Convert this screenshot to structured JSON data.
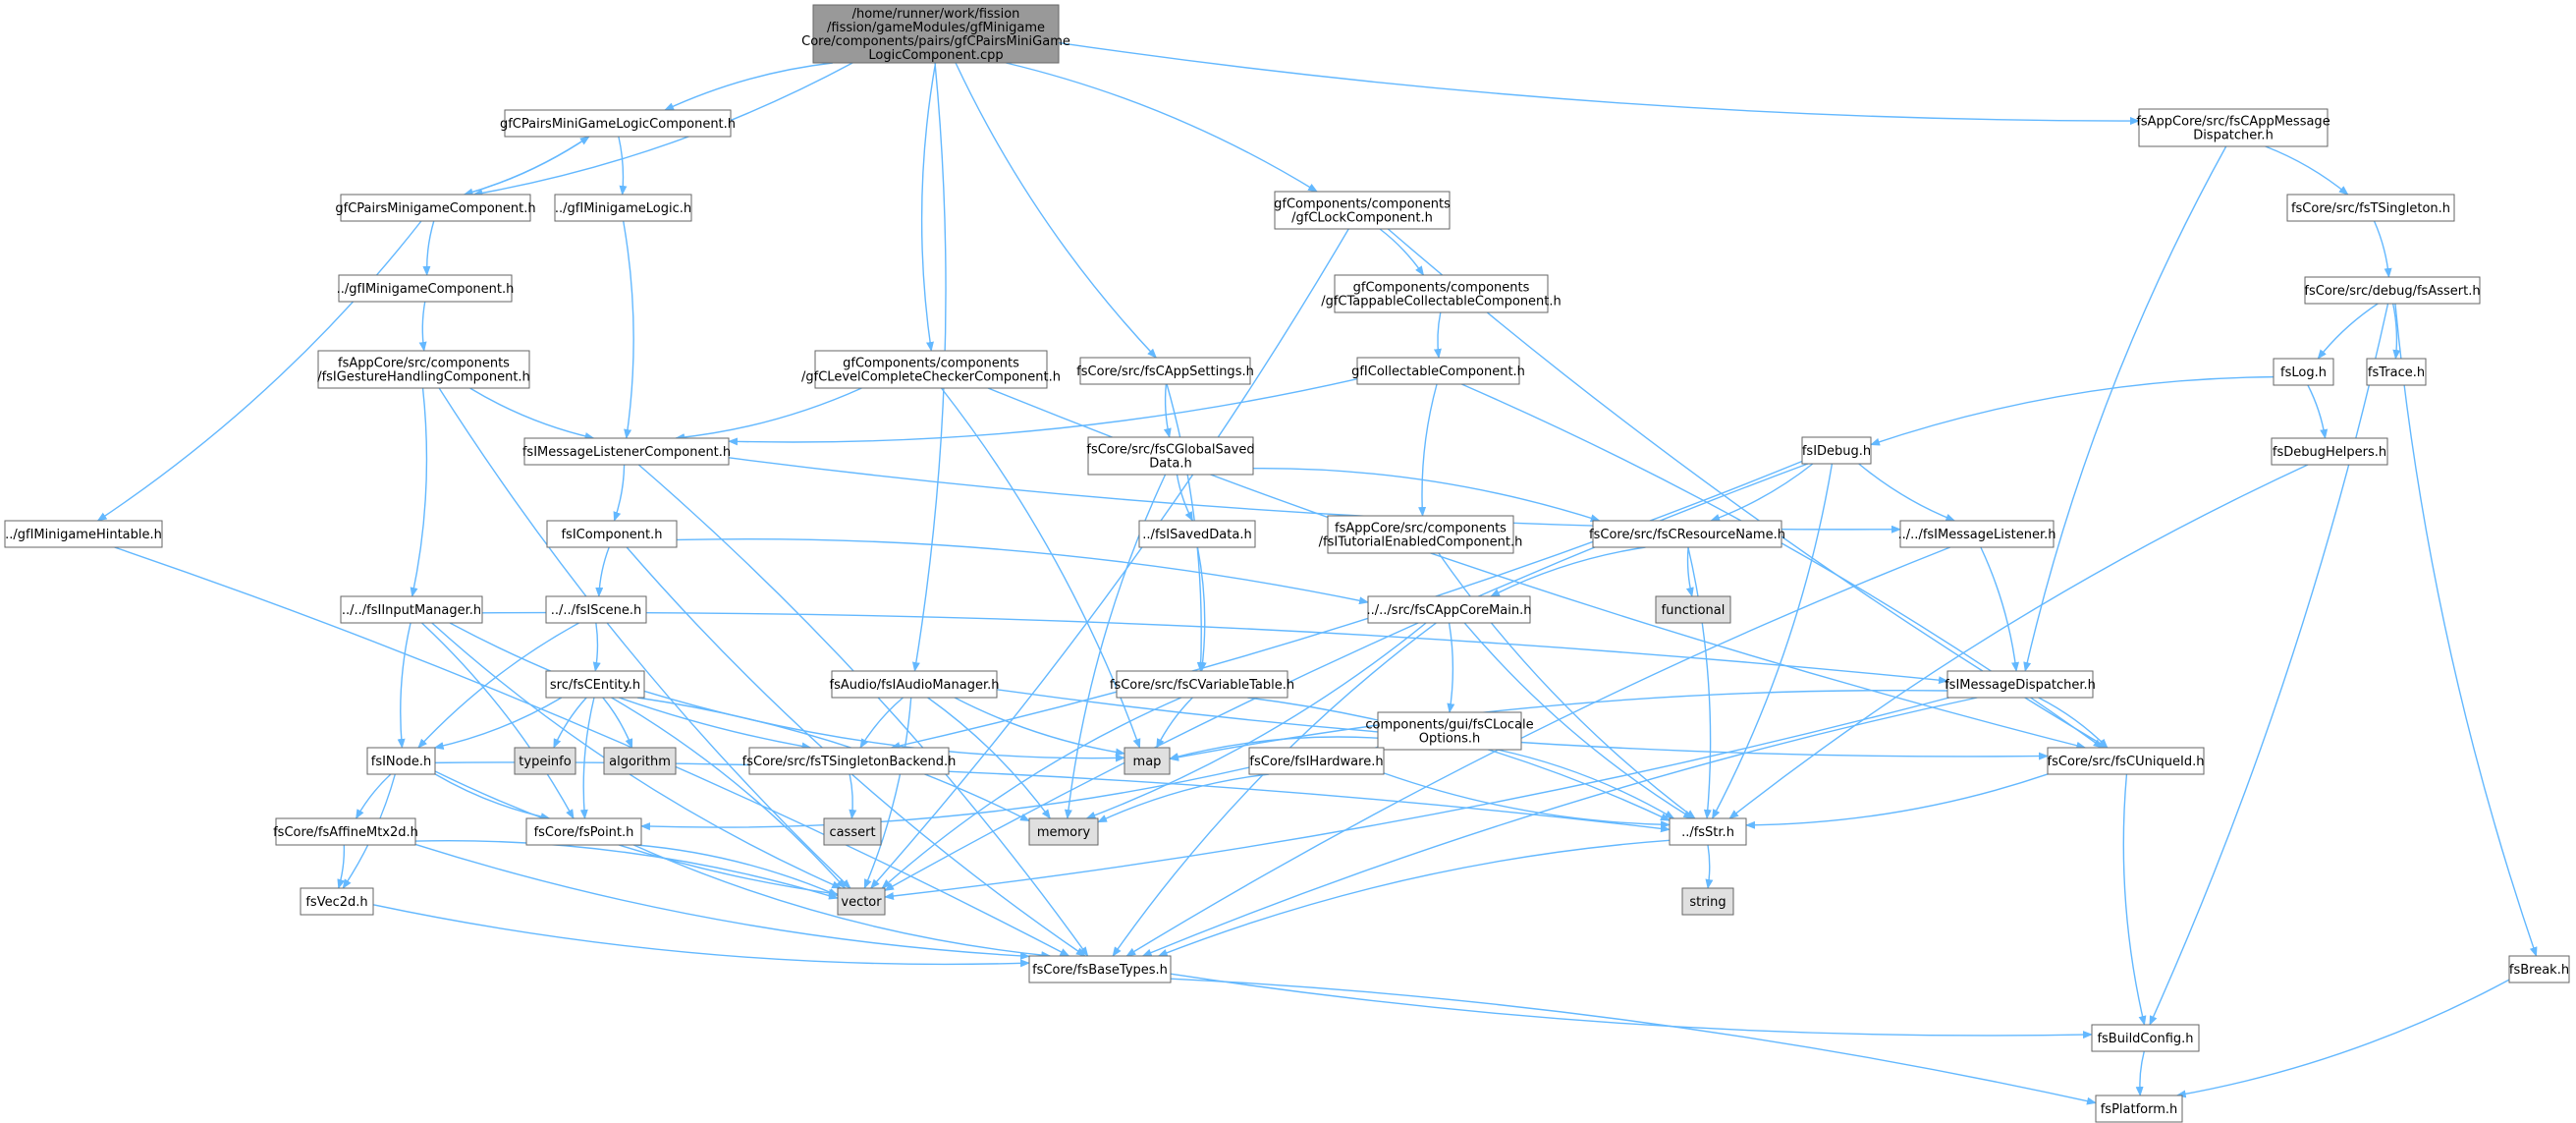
{
  "colors": {
    "edge": "#63b8ff",
    "node_fill": "#ffffff",
    "root_fill": "#999999",
    "system_fill": "#e0e0e0",
    "border": "#666666"
  },
  "nodes": [
    {
      "id": "root",
      "lines": [
        "/home/runner/work/fission",
        "/fission/gameModules/gfMinigame",
        "Core/components/pairs/gfCPairsMiniGame",
        "LogicComponent.cpp"
      ],
      "kind": "root"
    },
    {
      "id": "pmglc",
      "lines": [
        "gfCPairsMiniGameLogicComponent.h"
      ],
      "kind": "normal"
    },
    {
      "id": "pmc",
      "lines": [
        "gfCPairsMinigameComponent.h"
      ],
      "kind": "normal"
    },
    {
      "id": "iml",
      "lines": [
        "../gfIMinigameLogic.h"
      ],
      "kind": "normal"
    },
    {
      "id": "imc",
      "lines": [
        "../gfIMinigameComponent.h"
      ],
      "kind": "normal"
    },
    {
      "id": "gest",
      "lines": [
        "fsAppCore/src/components",
        "/fsIGestureHandlingComponent.h"
      ],
      "kind": "normal"
    },
    {
      "id": "mlc",
      "lines": [
        "fsIMessageListenerComponent.h"
      ],
      "kind": "normal"
    },
    {
      "id": "comp",
      "lines": [
        "fsIComponent.h"
      ],
      "kind": "normal"
    },
    {
      "id": "hint",
      "lines": [
        "../gfIMinigameHintable.h"
      ],
      "kind": "normal"
    },
    {
      "id": "input",
      "lines": [
        "../../fsIInputManager.h"
      ],
      "kind": "normal"
    },
    {
      "id": "scene",
      "lines": [
        "../../fsIScene.h"
      ],
      "kind": "normal"
    },
    {
      "id": "entity",
      "lines": [
        "src/fsCEntity.h"
      ],
      "kind": "normal"
    },
    {
      "id": "typeinfo",
      "lines": [
        "typeinfo"
      ],
      "kind": "system"
    },
    {
      "id": "algorithm",
      "lines": [
        "algorithm"
      ],
      "kind": "system"
    },
    {
      "id": "inode",
      "lines": [
        "fsINode.h"
      ],
      "kind": "normal"
    },
    {
      "id": "affine",
      "lines": [
        "fsCore/fsAffineMtx2d.h"
      ],
      "kind": "normal"
    },
    {
      "id": "point",
      "lines": [
        "fsCore/fsPoint.h"
      ],
      "kind": "normal"
    },
    {
      "id": "vec2d",
      "lines": [
        "fsVec2d.h"
      ],
      "kind": "normal"
    },
    {
      "id": "basetypes",
      "lines": [
        "fsCore/fsBaseTypes.h"
      ],
      "kind": "normal"
    },
    {
      "id": "vector",
      "lines": [
        "vector"
      ],
      "kind": "system"
    },
    {
      "id": "lcc",
      "lines": [
        "gfComponents/components",
        "/gfCLevelCompleteCheckerComponent.h"
      ],
      "kind": "normal"
    },
    {
      "id": "audio",
      "lines": [
        "fsAudio/fsIAudioManager.h"
      ],
      "kind": "normal"
    },
    {
      "id": "singback",
      "lines": [
        "fsCore/src/fsTSingletonBackend.h"
      ],
      "kind": "normal"
    },
    {
      "id": "cassert",
      "lines": [
        "cassert"
      ],
      "kind": "system"
    },
    {
      "id": "memory",
      "lines": [
        "memory"
      ],
      "kind": "system"
    },
    {
      "id": "map",
      "lines": [
        "map"
      ],
      "kind": "system"
    },
    {
      "id": "appset",
      "lines": [
        "fsCore/src/fsCAppSettings.h"
      ],
      "kind": "normal"
    },
    {
      "id": "gsd",
      "lines": [
        "fsCore/src/fsCGlobalSaved",
        "Data.h"
      ],
      "kind": "normal"
    },
    {
      "id": "isd",
      "lines": [
        "../fsISavedData.h"
      ],
      "kind": "normal"
    },
    {
      "id": "vartab",
      "lines": [
        "fsCore/src/fsCVariableTable.h"
      ],
      "kind": "normal"
    },
    {
      "id": "lock",
      "lines": [
        "gfComponents/components",
        "/gfCLockComponent.h"
      ],
      "kind": "normal"
    },
    {
      "id": "tapc",
      "lines": [
        "gfComponents/components",
        "/gfCTappableCollectableComponent.h"
      ],
      "kind": "normal"
    },
    {
      "id": "collc",
      "lines": [
        "gfICollectableComponent.h"
      ],
      "kind": "normal"
    },
    {
      "id": "tutorial",
      "lines": [
        "fsAppCore/src/components",
        "/fsITutorialEnabledComponent.h"
      ],
      "kind": "normal"
    },
    {
      "id": "appcoremain",
      "lines": [
        "../../src/fsCAppCoreMain.h"
      ],
      "kind": "normal"
    },
    {
      "id": "locale",
      "lines": [
        "components/gui/fsCLocale",
        "Options.h"
      ],
      "kind": "normal"
    },
    {
      "id": "hardware",
      "lines": [
        "fsCore/fsIHardware.h"
      ],
      "kind": "normal"
    },
    {
      "id": "fsstr",
      "lines": [
        "../fsStr.h"
      ],
      "kind": "normal"
    },
    {
      "id": "string",
      "lines": [
        "string"
      ],
      "kind": "system"
    },
    {
      "id": "idebug",
      "lines": [
        "fsIDebug.h"
      ],
      "kind": "normal"
    },
    {
      "id": "resname",
      "lines": [
        "fsCore/src/fsCResourceName.h"
      ],
      "kind": "normal"
    },
    {
      "id": "functional",
      "lines": [
        "functional"
      ],
      "kind": "system"
    },
    {
      "id": "msglistener",
      "lines": [
        "../../fsIMessageListener.h"
      ],
      "kind": "normal"
    },
    {
      "id": "msgdisp",
      "lines": [
        "fsIMessageDispatcher.h"
      ],
      "kind": "normal"
    },
    {
      "id": "uniqueid",
      "lines": [
        "fsCore/src/fsCUniqueId.h"
      ],
      "kind": "normal"
    },
    {
      "id": "appmsgdisp",
      "lines": [
        "fsAppCore/src/fsCAppMessage",
        "Dispatcher.h"
      ],
      "kind": "normal"
    },
    {
      "id": "tsingleton",
      "lines": [
        "fsCore/src/fsTSingleton.h"
      ],
      "kind": "normal"
    },
    {
      "id": "assert",
      "lines": [
        "fsCore/src/debug/fsAssert.h"
      ],
      "kind": "normal"
    },
    {
      "id": "log",
      "lines": [
        "fsLog.h"
      ],
      "kind": "normal"
    },
    {
      "id": "trace",
      "lines": [
        "fsTrace.h"
      ],
      "kind": "normal"
    },
    {
      "id": "debughelpers",
      "lines": [
        "fsDebugHelpers.h"
      ],
      "kind": "normal"
    },
    {
      "id": "brk",
      "lines": [
        "fsBreak.h"
      ],
      "kind": "normal"
    },
    {
      "id": "buildconfig",
      "lines": [
        "fsBuildConfig.h"
      ],
      "kind": "normal"
    },
    {
      "id": "platform",
      "lines": [
        "fsPlatform.h"
      ],
      "kind": "normal"
    }
  ],
  "edges": [
    [
      "root",
      "pmglc"
    ],
    [
      "root",
      "pmc"
    ],
    [
      "root",
      "lcc"
    ],
    [
      "root",
      "audio"
    ],
    [
      "root",
      "appset"
    ],
    [
      "root",
      "lock"
    ],
    [
      "root",
      "appmsgdisp"
    ],
    [
      "pmglc",
      "pmc"
    ],
    [
      "pmc",
      "pmglc"
    ],
    [
      "pmglc",
      "iml"
    ],
    [
      "pmc",
      "imc"
    ],
    [
      "pmc",
      "hint"
    ],
    [
      "imc",
      "gest"
    ],
    [
      "iml",
      "mlc"
    ],
    [
      "gest",
      "mlc"
    ],
    [
      "gest",
      "input"
    ],
    [
      "gest",
      "vector"
    ],
    [
      "mlc",
      "comp"
    ],
    [
      "mlc",
      "msglistener"
    ],
    [
      "mlc",
      "basetypes"
    ],
    [
      "comp",
      "scene"
    ],
    [
      "comp",
      "appcoremain"
    ],
    [
      "comp",
      "basetypes"
    ],
    [
      "hint",
      "basetypes"
    ],
    [
      "input",
      "inode"
    ],
    [
      "input",
      "point"
    ],
    [
      "input",
      "singback"
    ],
    [
      "input",
      "msgdisp"
    ],
    [
      "input",
      "vector"
    ],
    [
      "scene",
      "entity"
    ],
    [
      "scene",
      "inode"
    ],
    [
      "entity",
      "inode"
    ],
    [
      "entity",
      "typeinfo"
    ],
    [
      "entity",
      "algorithm"
    ],
    [
      "entity",
      "map"
    ],
    [
      "entity",
      "memory"
    ],
    [
      "entity",
      "point"
    ],
    [
      "entity",
      "vector"
    ],
    [
      "inode",
      "affine"
    ],
    [
      "inode",
      "vec2d"
    ],
    [
      "inode",
      "point"
    ],
    [
      "inode",
      "fsstr"
    ],
    [
      "inode",
      "vector"
    ],
    [
      "affine",
      "vec2d"
    ],
    [
      "affine",
      "basetypes"
    ],
    [
      "affine",
      "vector"
    ],
    [
      "point",
      "basetypes"
    ],
    [
      "point",
      "vector"
    ],
    [
      "vec2d",
      "basetypes"
    ],
    [
      "lcc",
      "mlc"
    ],
    [
      "lcc",
      "uniqueid"
    ],
    [
      "lcc",
      "map"
    ],
    [
      "audio",
      "singback"
    ],
    [
      "audio",
      "memory"
    ],
    [
      "audio",
      "map"
    ],
    [
      "audio",
      "vector"
    ],
    [
      "audio",
      "uniqueid"
    ],
    [
      "singback",
      "cassert"
    ],
    [
      "appset",
      "gsd"
    ],
    [
      "appset",
      "vartab"
    ],
    [
      "gsd",
      "isd"
    ],
    [
      "gsd",
      "resname"
    ],
    [
      "gsd",
      "memory"
    ],
    [
      "isd",
      "vartab"
    ],
    [
      "vartab",
      "map"
    ],
    [
      "vartab",
      "fsstr"
    ],
    [
      "vartab",
      "vector"
    ],
    [
      "lock",
      "tapc"
    ],
    [
      "lock",
      "uniqueid"
    ],
    [
      "lock",
      "vector"
    ],
    [
      "tapc",
      "collc"
    ],
    [
      "collc",
      "mlc"
    ],
    [
      "collc",
      "tutorial"
    ],
    [
      "collc",
      "uniqueid"
    ],
    [
      "tutorial",
      "fsstr"
    ],
    [
      "appcoremain",
      "locale"
    ],
    [
      "appcoremain",
      "fsstr"
    ],
    [
      "appcoremain",
      "memory"
    ],
    [
      "appcoremain",
      "basetypes"
    ],
    [
      "locale",
      "hardware"
    ],
    [
      "locale",
      "map"
    ],
    [
      "locale",
      "fsstr"
    ],
    [
      "hardware",
      "memory"
    ],
    [
      "hardware",
      "point"
    ],
    [
      "hardware",
      "fsstr"
    ],
    [
      "fsstr",
      "string"
    ],
    [
      "fsstr",
      "basetypes"
    ],
    [
      "idebug",
      "resname"
    ],
    [
      "idebug",
      "msglistener"
    ],
    [
      "idebug",
      "fsstr"
    ],
    [
      "idebug",
      "vector"
    ],
    [
      "idebug",
      "singback"
    ],
    [
      "resname",
      "functional"
    ],
    [
      "resname",
      "fsstr"
    ],
    [
      "resname",
      "appcoremain"
    ],
    [
      "msglistener",
      "msgdisp"
    ],
    [
      "msglistener",
      "basetypes"
    ],
    [
      "msgdisp",
      "uniqueid"
    ],
    [
      "msgdisp",
      "map"
    ],
    [
      "msgdisp",
      "vector"
    ],
    [
      "msgdisp",
      "basetypes"
    ],
    [
      "uniqueid",
      "fsstr"
    ],
    [
      "uniqueid",
      "buildconfig"
    ],
    [
      "appmsgdisp",
      "tsingleton"
    ],
    [
      "appmsgdisp",
      "msgdisp"
    ],
    [
      "tsingleton",
      "assert"
    ],
    [
      "assert",
      "log"
    ],
    [
      "assert",
      "trace"
    ],
    [
      "assert",
      "brk"
    ],
    [
      "assert",
      "buildconfig"
    ],
    [
      "log",
      "idebug"
    ],
    [
      "log",
      "debughelpers"
    ],
    [
      "debughelpers",
      "fsstr"
    ],
    [
      "brk",
      "platform"
    ],
    [
      "basetypes",
      "buildconfig"
    ],
    [
      "basetypes",
      "platform"
    ],
    [
      "buildconfig",
      "platform"
    ]
  ]
}
